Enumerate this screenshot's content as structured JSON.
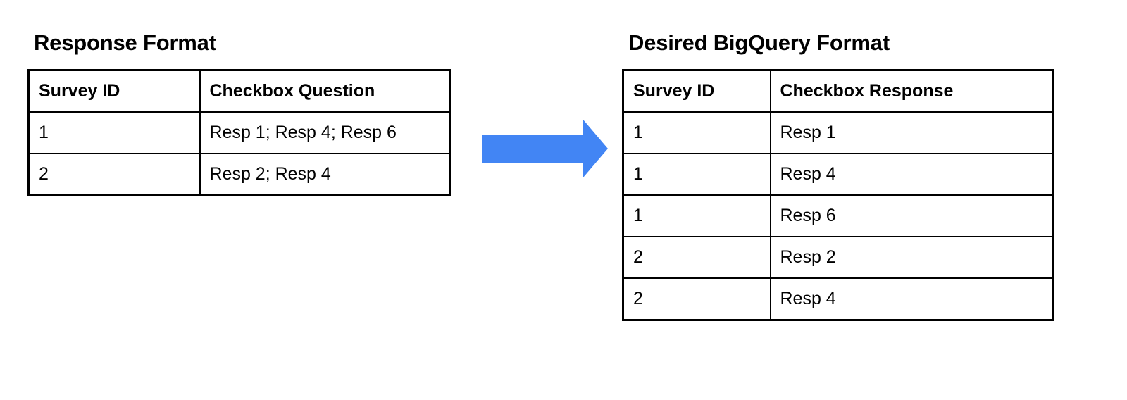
{
  "colors": {
    "arrow": "#4285F4",
    "border": "#000000",
    "text": "#000000",
    "background": "#FFFFFF"
  },
  "left_panel": {
    "title": "Response Format",
    "table": {
      "headers": [
        "Survey ID",
        "Checkbox Question"
      ],
      "rows": [
        [
          "1",
          "Resp 1; Resp 4; Resp 6"
        ],
        [
          "2",
          "Resp 2; Resp 4"
        ]
      ]
    }
  },
  "arrow": {
    "label": "transform-arrow",
    "direction": "right",
    "color": "#4285F4"
  },
  "right_panel": {
    "title": "Desired BigQuery Format",
    "table": {
      "headers": [
        "Survey ID",
        "Checkbox Response"
      ],
      "rows": [
        [
          "1",
          "Resp 1"
        ],
        [
          "1",
          "Resp 4"
        ],
        [
          "1",
          "Resp 6"
        ],
        [
          "2",
          "Resp 2"
        ],
        [
          "2",
          "Resp 4"
        ]
      ]
    }
  }
}
